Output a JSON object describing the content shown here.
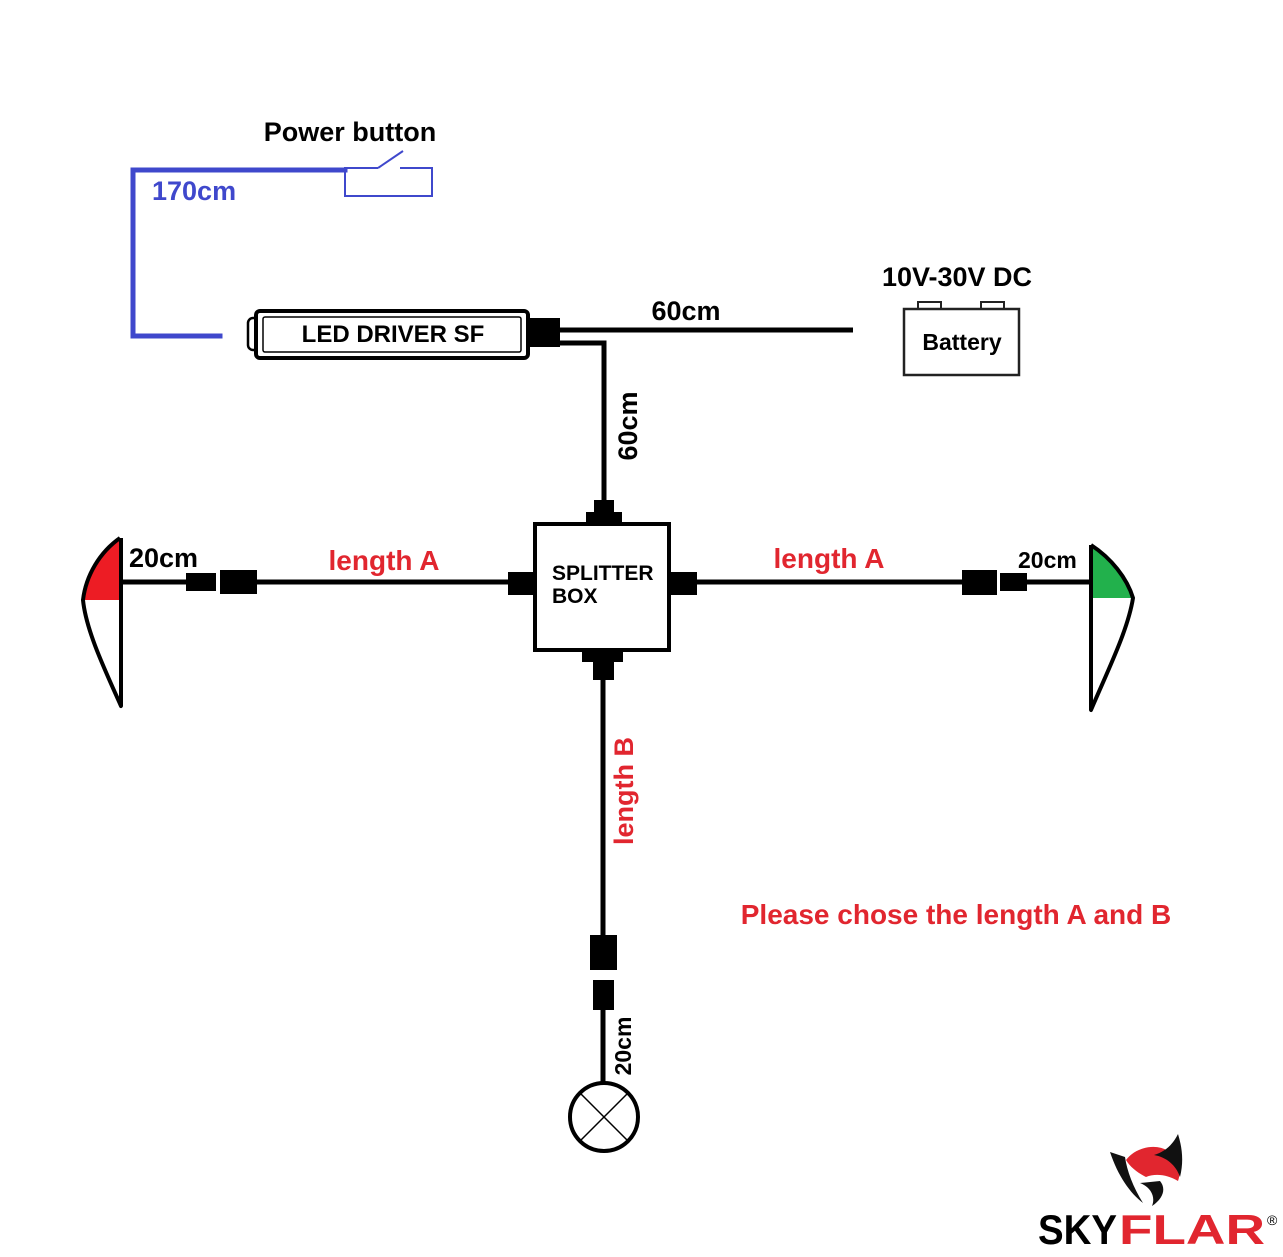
{
  "colors": {
    "wire_blue": "#3f48cc",
    "text_red": "#e1262f",
    "port_light_red": "#ed1c24",
    "starboard_light_green": "#22b14c",
    "ink": "#000000"
  },
  "power_button": {
    "label": "Power button",
    "icon": "switch-icon"
  },
  "button_cable": {
    "length": "170cm"
  },
  "led_driver": {
    "label": "LED DRIVER SF"
  },
  "power_cable": {
    "length": "60cm"
  },
  "battery": {
    "voltage": "10V-30V DC",
    "label": "Battery",
    "icon": "battery-icon"
  },
  "driver_to_splitter_cable": {
    "length": "60cm"
  },
  "splitter_box": {
    "line1": "SPLITTER",
    "line2": "BOX"
  },
  "left_branch": {
    "cable": "length A",
    "lead": "20cm",
    "light_icon": "red-navigation-light-icon"
  },
  "right_branch": {
    "cable": "length A",
    "lead": "20cm",
    "light_icon": "green-navigation-light-icon"
  },
  "bottom_branch": {
    "cable": "length B",
    "lead": "20cm",
    "light_icon": "lamp-icon"
  },
  "note": "Please chose the length A and B",
  "logo": {
    "part1": "SKY",
    "part2": "FLAR",
    "registered": "®",
    "icon": "skyflar-logo-icon"
  }
}
